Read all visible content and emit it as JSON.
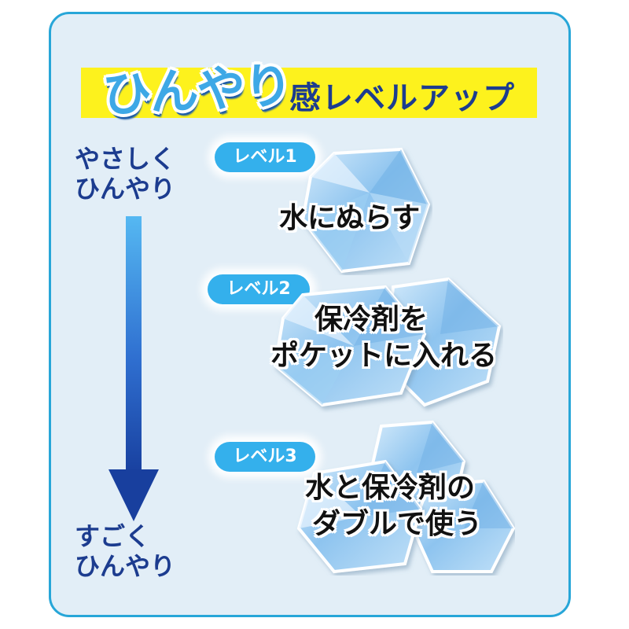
{
  "title": {
    "brand": "ひんやり",
    "rest": "感レベルアップ"
  },
  "scale": {
    "top_line1": "やさしく",
    "top_line2": "ひんやり",
    "bottom_line1": "すごく",
    "bottom_line2": "ひんやり"
  },
  "levels": [
    {
      "badge": "レベル1",
      "line1": "水にぬらす"
    },
    {
      "badge": "レベル2",
      "line1": "保冷剤を",
      "line2": "ポケットに入れる"
    },
    {
      "badge": "レベル3",
      "line1": "水と保冷剤の",
      "line2": "ダブルで使う"
    }
  ],
  "colors": {
    "frame": "#27a6d8",
    "panel": "#e2eef7",
    "title_band": "#fdf21d",
    "brand_text": "#3ea8e6",
    "navy_text": "#1c3c8f",
    "badge": "#34b0ec",
    "ice": "#a9d2f4"
  }
}
